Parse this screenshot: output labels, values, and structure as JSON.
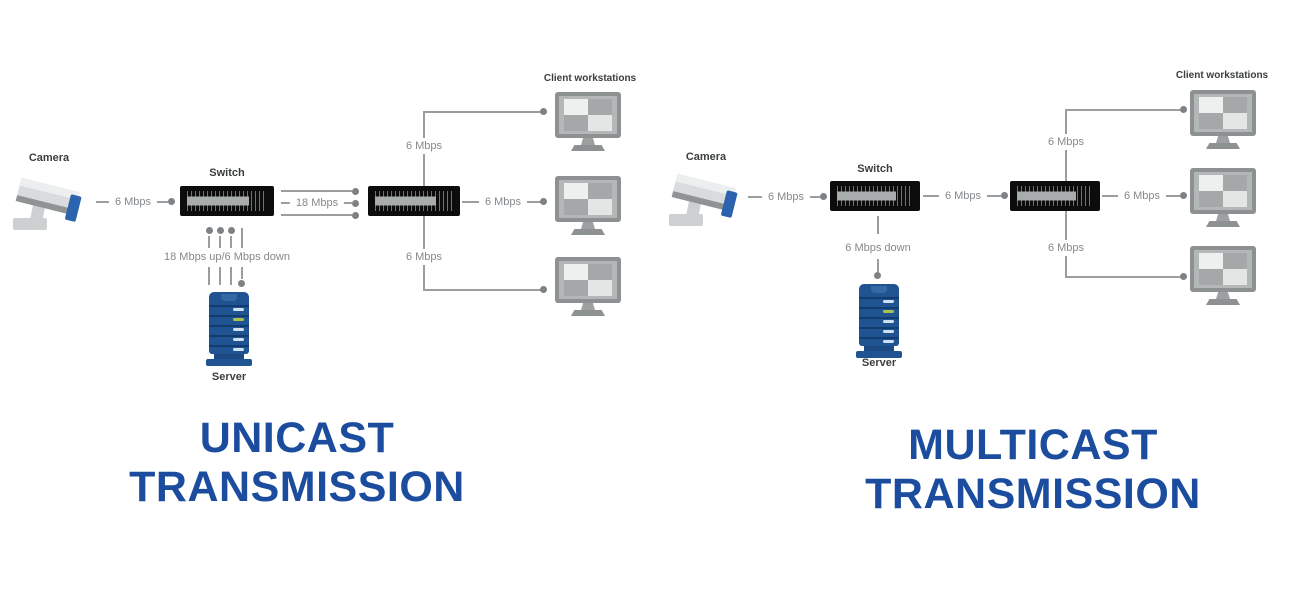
{
  "left": {
    "title_line1": "UNICAST",
    "title_line2": "TRANSMISSION",
    "camera_label": "Camera",
    "switch_label": "Switch",
    "server_label": "Server",
    "clients_label": "Client workstations",
    "link_camera_switch": "6 Mbps",
    "link_switch_switch": "18 Mbps",
    "link_switch_server": "18 Mbps up/6 Mbps down",
    "link_client_top": "6 Mbps",
    "link_client_middle": "6 Mbps",
    "link_client_bottom": "6 Mbps"
  },
  "right": {
    "title_line1": "MULTICAST",
    "title_line2": "TRANSMISSION",
    "camera_label": "Camera",
    "switch_label": "Switch",
    "server_label": "Server",
    "clients_label": "Client workstations",
    "link_camera_switch": "6 Mbps",
    "link_switch_switch": "6 Mbps",
    "link_switch_server": "6 Mbps down",
    "link_client_top": "6 Mbps",
    "link_client_middle": "6 Mbps",
    "link_client_bottom": "6 Mbps"
  },
  "icons": {
    "camera": "cctv-camera-icon",
    "switch": "network-switch-icon",
    "server": "server-tower-icon",
    "client": "desktop-monitor-icon"
  },
  "colors": {
    "title_blue": "#1b4c9e",
    "line_gray": "#9b9ea0",
    "dot_gray": "#7e8284",
    "label_dark": "#3b3e3f",
    "link_text_gray": "#85898b",
    "server_blue": "#1f5391",
    "server_band_blue": "#123c6e",
    "server_dash_yellow": "#a9c14d",
    "camera_lens_blue": "#2b63ae",
    "switch_black": "#0c0c0c",
    "monitor_gray": "#8d9192"
  }
}
